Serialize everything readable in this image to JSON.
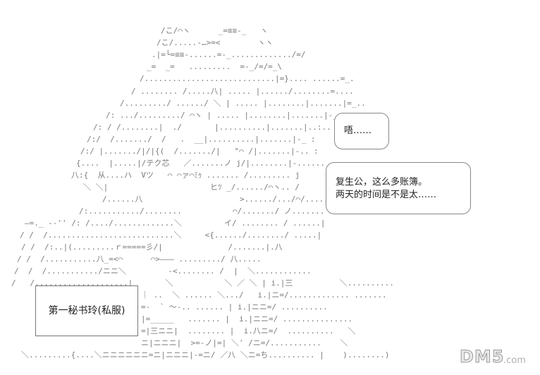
{
  "bubbles": {
    "top": {
      "text": "唔……"
    },
    "right": {
      "line1": "复生公，这么多账簿。",
      "line2": "两天的时间是不是太……"
    }
  },
  "nameplate": {
    "label": "第一秘书玲(私服)"
  },
  "watermark": {
    "text": "DM5",
    "suffix": ".com"
  }
}
